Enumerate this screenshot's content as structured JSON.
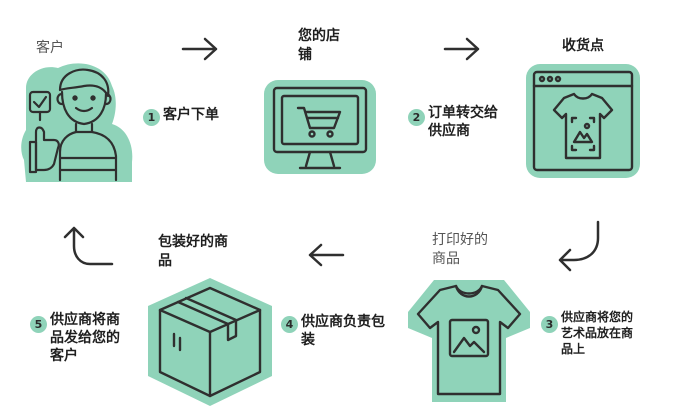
{
  "colors": {
    "accent": "#8fd3b9",
    "stroke": "#2f2f2f",
    "text_dark": "#1f1f1f",
    "text_gray": "#555555",
    "background": "#ffffff"
  },
  "top_row": {
    "customer_title": "客户",
    "store_title_line1": "您的店",
    "store_title_line2": "铺",
    "fulfillment_title": "收货点"
  },
  "bottom_row": {
    "packaged_title_line1": "包装好的商",
    "packaged_title_line2": "品",
    "printed_title_line1": "打印好的",
    "printed_title_line2": "商品"
  },
  "steps": [
    {
      "number": "1",
      "lines": [
        "客户下单"
      ]
    },
    {
      "number": "2",
      "lines": [
        "订单转交给",
        "供应商"
      ]
    },
    {
      "number": "3",
      "lines": [
        "供应商将您的",
        "艺术品放在商",
        "品上"
      ]
    },
    {
      "number": "4",
      "lines": [
        "供应商负责包",
        "装"
      ]
    },
    {
      "number": "5",
      "lines": [
        "供应商将商",
        "品发给您的",
        "客户"
      ]
    }
  ],
  "icons": {
    "customer": "customer-thumbs-up-icon",
    "store": "computer-shopping-cart-icon",
    "fulfillment": "browser-tshirt-design-icon",
    "printed": "tshirt-with-image-icon",
    "packaged": "cardboard-box-icon"
  }
}
